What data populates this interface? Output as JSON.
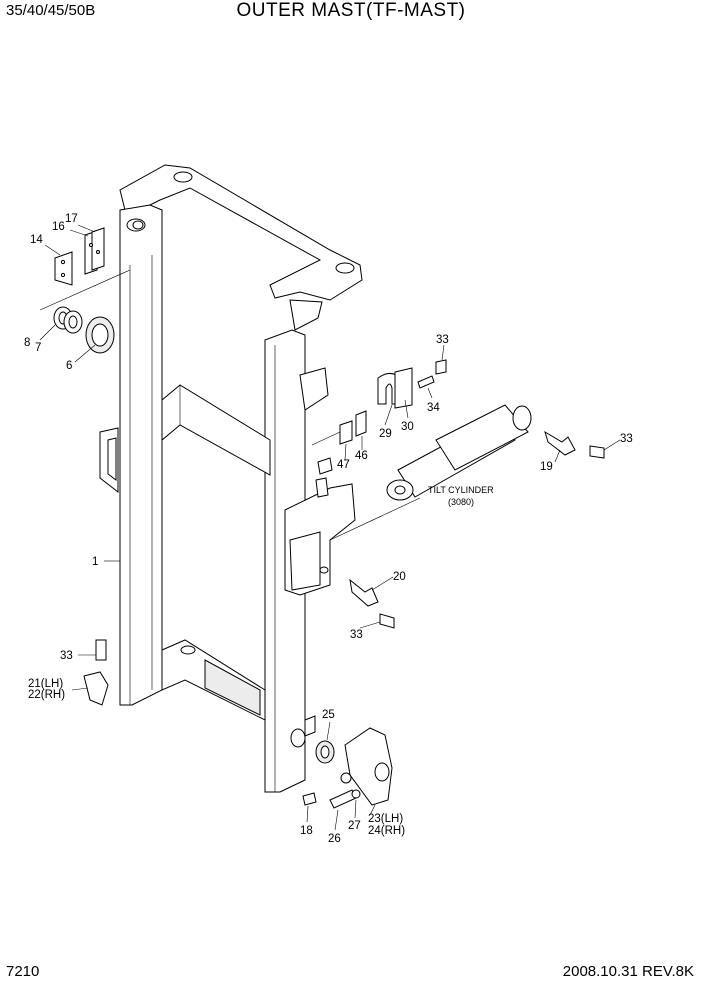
{
  "header": {
    "model": "35/40/45/50B",
    "title": "OUTER MAST(TF-MAST)"
  },
  "footer": {
    "page": "7210",
    "date_rev": "2008.10.31  REV.8K"
  },
  "callouts": {
    "c1": "1",
    "c6": "6",
    "c7": "7",
    "c8": "8",
    "c14": "14",
    "c16": "16",
    "c17": "17",
    "c18": "18",
    "c19": "19",
    "c20": "20",
    "c21": "21(LH)",
    "c22": "22(RH)",
    "c23": "23(LH)",
    "c24": "24(RH)",
    "c25": "25",
    "c26": "26",
    "c27": "27",
    "c29": "29",
    "c30": "30",
    "c33a": "33",
    "c33b": "33",
    "c33c": "33",
    "c33d": "33",
    "c34": "34",
    "c46": "46",
    "c47": "47"
  },
  "tilt_cylinder": {
    "label": "TILT CYLINDER",
    "code": "(3080)"
  }
}
